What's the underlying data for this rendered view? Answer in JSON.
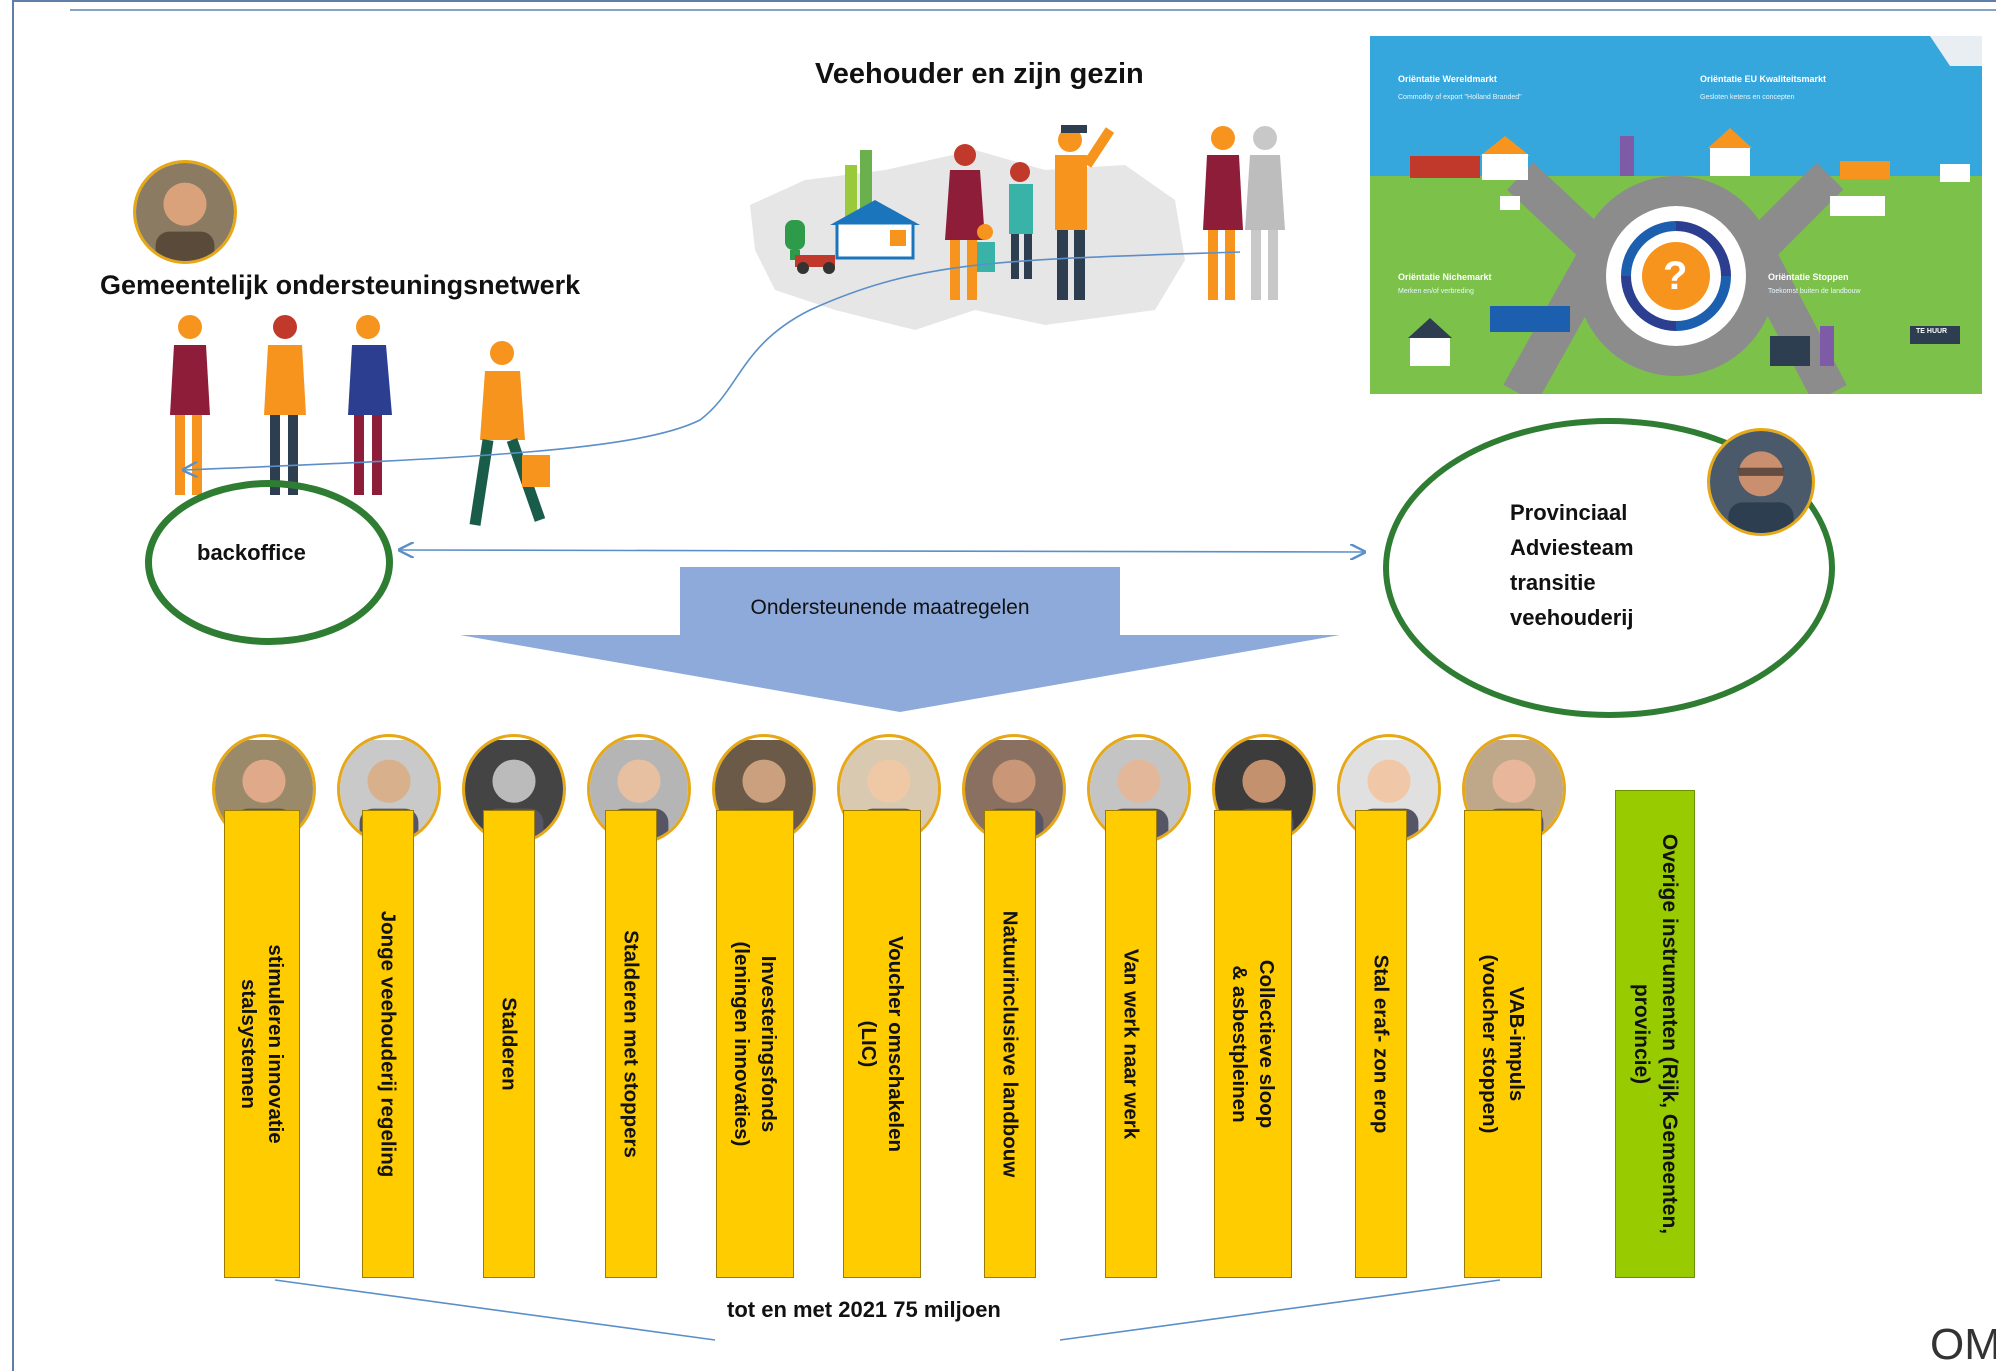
{
  "household_title": "Veehouder en zijn gezin",
  "network_title": "Gemeentelijk ondersteuningsnetwerk",
  "backoffice_label": "backoffice",
  "advisory_label": "Provinciaal\nAdviesteam\ntransitie\nveehouderij",
  "measures_label": "Ondersteunende maatregelen",
  "budget_label": "tot en met 2021 75 miljoen",
  "measures": [
    "stimuleren innovatie\nstalsystemen",
    "Jonge veehouderij regeling",
    "Stalderen",
    "Stalderen met stoppers",
    "Investeringsfonds\n(leningen innovaties)",
    "Voucher omschakelen\n(LIC)",
    "Natuurinclusieve landbouw",
    "Van werk naar werk",
    "Collectieve sloop\n& asbestpleinen",
    "Stal eraf- zon erop",
    "VAB-impuls\n(voucher stoppen)"
  ],
  "other_instruments": "Overige instrumenten (Rijk, Gemeenten, provincie)",
  "map": {
    "q1_title": "Oriëntatie Wereldmarkt",
    "q1_sub": "Commodity of export \"Holland Branded\"",
    "q2_title": "Oriëntatie EU Kwaliteitsmarkt",
    "q2_sub": "Gesloten ketens en concepten",
    "q3_title": "Oriëntatie Nichemarkt",
    "q3_sub": "Merken en/of verbreding",
    "q4_title": "Oriëntatie Stoppen",
    "q4_sub": "Toekomst buiten de landbouw",
    "sign": "TE HUUR",
    "question": "?"
  },
  "corner_logo": "OM",
  "colors": {
    "yellow": "#ffcc00",
    "green": "#99cc00",
    "ellipse": "#2e7d32",
    "arrow": "#8eaadb"
  }
}
